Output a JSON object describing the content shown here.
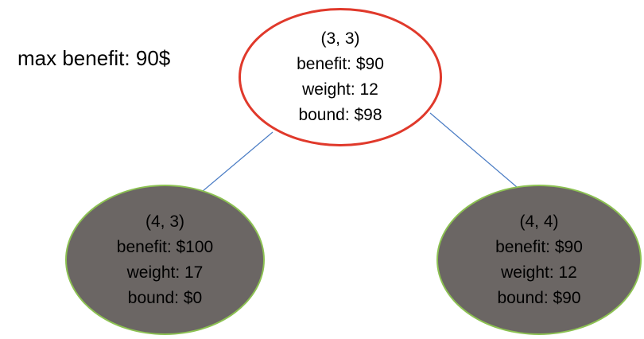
{
  "summary": {
    "max_benefit_text": "max benefit: 90$"
  },
  "colors": {
    "edge": "#4a7cc4",
    "root_border": "#e0392b",
    "child_border": "#8cc152",
    "child_fill": "#6b6664"
  },
  "tree": {
    "root": {
      "id": "(3, 3)",
      "benefit": "benefit: $90",
      "weight": "weight: 12",
      "bound": "bound: $98"
    },
    "left": {
      "id": "(4, 3)",
      "benefit": "benefit: $100",
      "weight": "weight: 17",
      "bound": "bound: $0"
    },
    "right": {
      "id": "(4, 4)",
      "benefit": "benefit: $90",
      "weight": "weight: 12",
      "bound": "bound: $90"
    }
  }
}
